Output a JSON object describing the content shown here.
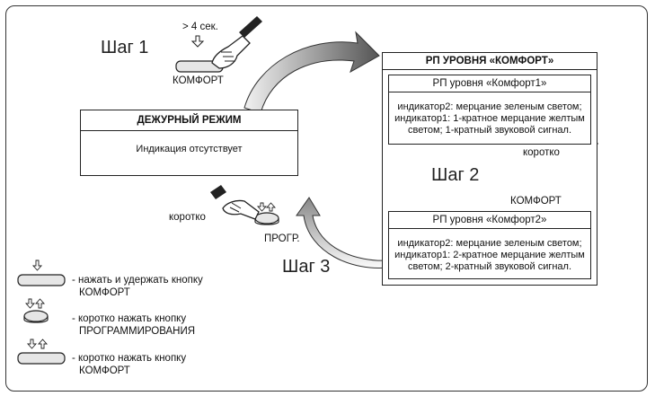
{
  "steps": {
    "step1": "Шаг 1",
    "step2": "Шаг 2",
    "step3": "Шаг 3"
  },
  "step1_area": {
    "hold_time": "> 4 сек.",
    "button_label": "КОМФОРТ"
  },
  "standby_box": {
    "title": "ДЕЖУРНЫЙ РЕЖИМ",
    "text": "Индикация отсутствует"
  },
  "program_button_area": {
    "short_label": "коротко",
    "button_label": "ПРОГР."
  },
  "comfort_level_box": {
    "title": "РП УРОВНЯ «КОМФОРТ»",
    "comfort1": {
      "title": "РП уровня «Комфорт1»",
      "lines": [
        "индикатор2: мерцание зеленым светом;",
        "индикатор1: 1-кратное мерцание желтым",
        "светом; 1-кратный звуковой сигнал."
      ]
    },
    "step2_short_label": "коротко",
    "step2_button_label": "КОМФОРТ",
    "comfort2": {
      "title": "РП уровня «Комфорт2»",
      "lines": [
        "индикатор2: мерцание зеленым светом;",
        "индикатор1: 2-кратное мерцание желтым",
        "светом; 2-кратный звуковой сигнал."
      ]
    }
  },
  "legend": [
    {
      "icon": "comfort-button-hold-icon",
      "line1": "- нажать и удержать кнопку",
      "line2": "КОМФОРТ"
    },
    {
      "icon": "program-button-press-icon",
      "line1": "- коротко нажать кнопку",
      "line2": "ПРОГРАММИРОВАНИЯ"
    },
    {
      "icon": "comfort-button-press-icon",
      "line1": "- коротко нажать кнопку",
      "line2": "КОМФОРТ"
    }
  ],
  "colors": {
    "stroke": "#222222",
    "arrow_dark": "#555555",
    "arrow_light": "#f2f2f2",
    "button_fill": "#e6e6e6"
  }
}
